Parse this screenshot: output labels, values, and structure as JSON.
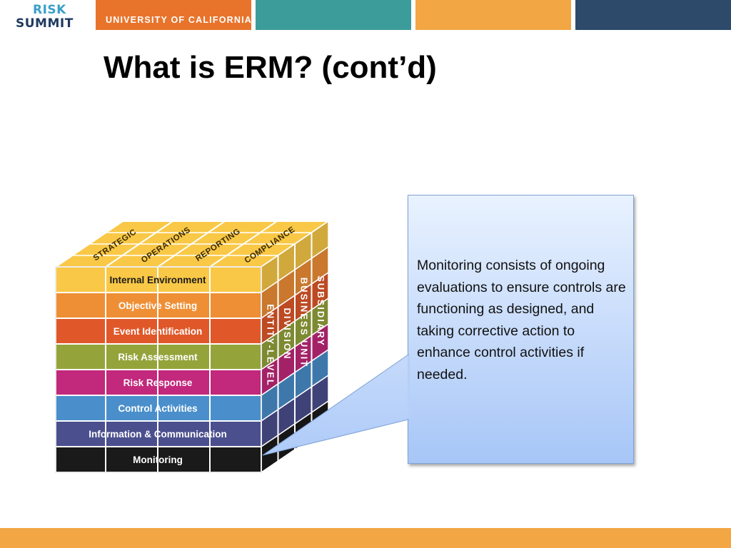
{
  "header": {
    "logo_line1": "RISK",
    "logo_line2": "SUMMIT",
    "organization": "UNIVERSITY OF CALIFORNIA"
  },
  "slide": {
    "title": "What is ERM? (cont’d)"
  },
  "cube": {
    "top_labels": [
      "STRATEGIC",
      "OPERATIONS",
      "REPORTING",
      "COMPLIANCE"
    ],
    "side_labels": [
      "SUBSIDIARY",
      "BUSINESS UNIT",
      "DIVISION",
      "ENTITY-LEVEL"
    ],
    "rows": [
      {
        "label": "Internal Environment",
        "color": "#f9c846"
      },
      {
        "label": "Objective Setting",
        "color": "#ef8f35"
      },
      {
        "label": "Event Identification",
        "color": "#e0582a"
      },
      {
        "label": "Risk Assessment",
        "color": "#95a43a"
      },
      {
        "label": "Risk Response",
        "color": "#c2287b"
      },
      {
        "label": "Control Activities",
        "color": "#4a8fcb"
      },
      {
        "label": "Information & Communication",
        "color": "#4b4f8e"
      },
      {
        "label": "Monitoring",
        "color": "#1a1a1a"
      }
    ]
  },
  "callout": {
    "text": "Monitoring consists of ongoing evaluations to ensure controls are functioning as designed, and taking corrective action to enhance control activities if needed."
  },
  "colors": {
    "orange": "#e8742c",
    "teal": "#3c9c9a",
    "gold": "#f2a744",
    "navy": "#2e4a6a"
  }
}
